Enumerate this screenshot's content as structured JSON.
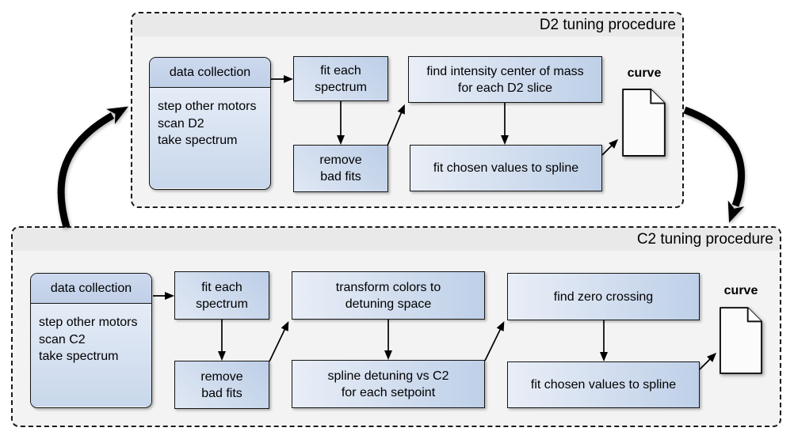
{
  "d2": {
    "title": "D2 tuning procedure",
    "data_collection": {
      "header": "data collection",
      "steps": [
        "step other motors",
        "scan D2",
        "take spectrum"
      ]
    },
    "fit_each_spectrum": [
      "fit each",
      "spectrum"
    ],
    "remove_bad_fits": [
      "remove",
      "bad fits"
    ],
    "find_center": [
      "find intensity center of mass",
      "for each D2 slice"
    ],
    "fit_spline": [
      "fit chosen values to spline"
    ],
    "curve_label": "curve"
  },
  "c2": {
    "title": "C2 tuning procedure",
    "data_collection": {
      "header": "data collection",
      "steps": [
        "step other motors",
        "scan C2",
        "take spectrum"
      ]
    },
    "fit_each_spectrum": [
      "fit each",
      "spectrum"
    ],
    "remove_bad_fits": [
      "remove",
      "bad fits"
    ],
    "transform_colors": [
      "transform colors to",
      "detuning space"
    ],
    "spline_detuning": [
      "spline detuning vs C2",
      "for each setpoint"
    ],
    "find_zero": [
      "find zero crossing"
    ],
    "fit_spline": [
      "fit chosen values to spline"
    ],
    "curve_label": "curve"
  },
  "colors": {
    "box_fill_dark": "#bed0e8",
    "box_fill_light": "#e9eef7",
    "container_fill": "#f3f3f3",
    "band_fill": "#e9e9e9",
    "line": "#000000"
  }
}
